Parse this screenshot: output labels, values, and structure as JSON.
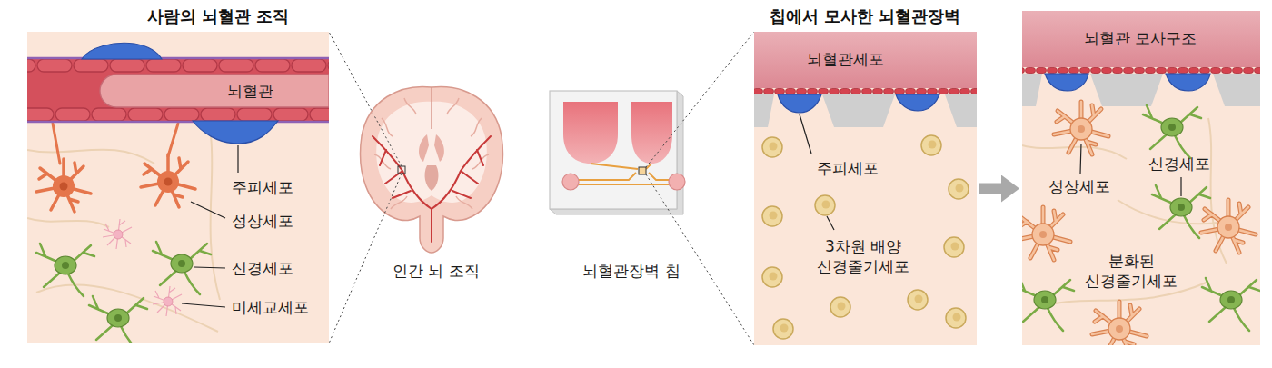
{
  "diagram": {
    "nodes": [
      {
        "text": [
          "사람의 뇌혈관 조직",
          "주피세포",
          "성상세포",
          "신경세포",
          "미세교세포"
        ]
      },
      {
        "text": [
          "뇌혈관"
        ],
        "in": 0
      },
      {
        "text": [
          "칩에서 모사한 뇌혈관장벽",
          "주피세포",
          "3차원 배양 신경줄기세포"
        ]
      },
      {
        "text": [
          "뇌혈관세포"
        ],
        "in": 2
      },
      {
        "text": [
          "성상세포",
          "신경세포",
          "분화된 신경줄기세포"
        ]
      },
      {
        "text": [
          "뇌혈관 모사구조"
        ],
        "in": 4
      }
    ],
    "edges": [
      {
        "from": 2,
        "to": 4,
        "arrow": "to"
      }
    ],
    "labels": [
      "인간 뇌 조직",
      "뇌혈관장벽 칩"
    ]
  }
}
